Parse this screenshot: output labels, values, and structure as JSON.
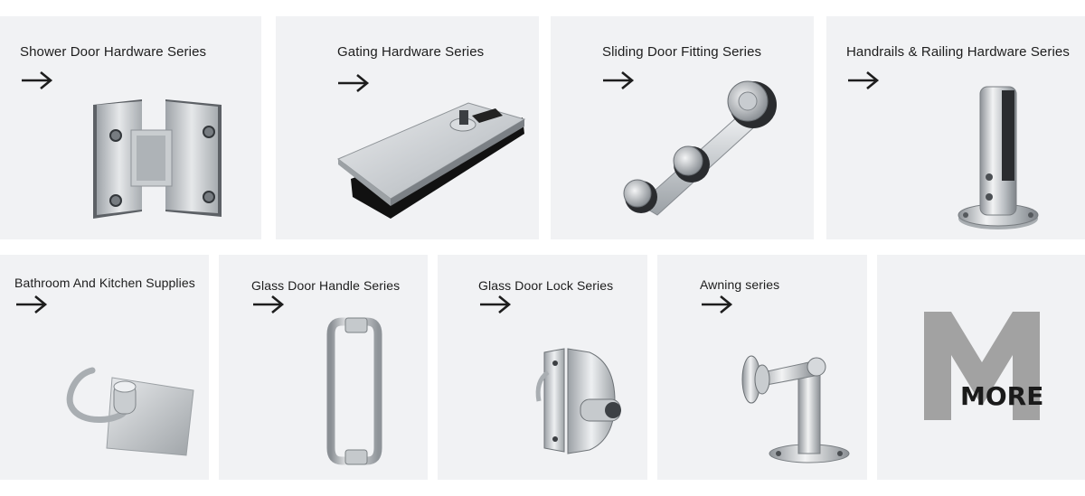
{
  "categories": [
    {
      "title": "Shower Door Hardware Series"
    },
    {
      "title": "Gating Hardware Series"
    },
    {
      "title": "Sliding Door Fitting Series"
    },
    {
      "title": "Handrails & Railing Hardware Series"
    },
    {
      "title": "Bathroom And Kitchen Supplies"
    },
    {
      "title": "Glass Door Handle Series"
    },
    {
      "title": "Glass Door Lock Series"
    },
    {
      "title": "Awning series"
    }
  ],
  "more": {
    "label": "MORE"
  },
  "icons": {
    "arrow": "arrow-right-icon"
  },
  "colors": {
    "card_bg": "#f1f2f4",
    "text": "#1d1d1d",
    "more_gray": "#a0a0a0"
  }
}
